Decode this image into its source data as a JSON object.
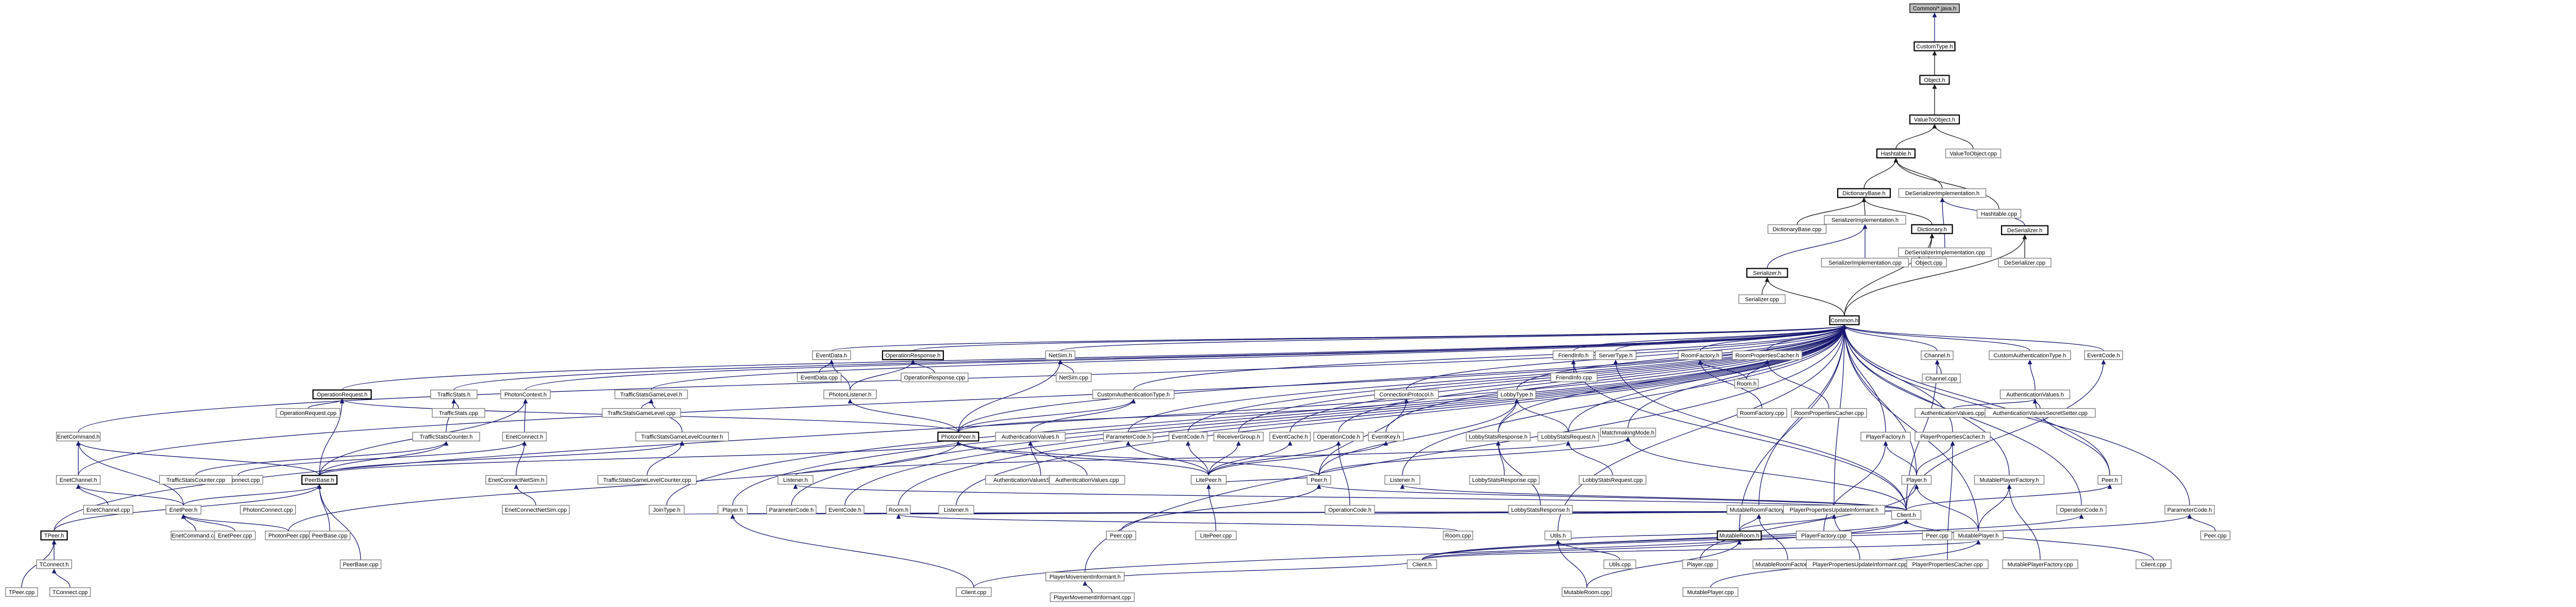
{
  "graph": {
    "nodes": [
      {
        "id": "n0",
        "label": "Common/*.java.h",
        "root": true
      },
      {
        "id": "n1",
        "label": "CustomType.h",
        "bold": true
      },
      {
        "id": "n2",
        "label": "Object.h",
        "bold": true
      },
      {
        "id": "n3",
        "label": "ValueToObject.h",
        "bold": true
      },
      {
        "id": "n4",
        "label": "ValueToObject.cpp"
      },
      {
        "id": "n5",
        "label": "Hashtable.h",
        "bold": true
      },
      {
        "id": "n6",
        "label": "DictionaryBase.h",
        "bold": true
      },
      {
        "id": "n7",
        "label": "DeSerializerImplementation.h"
      },
      {
        "id": "n8",
        "label": "Hashtable.cpp"
      },
      {
        "id": "n9",
        "label": "DictionaryBase.cpp"
      },
      {
        "id": "n10",
        "label": "SerializerImplementation.h"
      },
      {
        "id": "n11",
        "label": "Dictionary.h",
        "bold": true
      },
      {
        "id": "n12",
        "label": "DeSerializerImplementation.cpp"
      },
      {
        "id": "n13",
        "label": "DeSerializer.h",
        "bold": true
      },
      {
        "id": "n14",
        "label": "SerializerImplementation.cpp"
      },
      {
        "id": "n15",
        "label": "Object.cpp"
      },
      {
        "id": "n16",
        "label": "Serializer.h",
        "bold": true
      },
      {
        "id": "n17",
        "label": "DeSerializer.cpp"
      },
      {
        "id": "n18",
        "label": "Serializer.cpp"
      },
      {
        "id": "n19",
        "label": "Common.h",
        "bold": true
      },
      {
        "id": "n20",
        "label": "EventData.h"
      },
      {
        "id": "n21",
        "label": "OperationResponse.h",
        "bold": true
      },
      {
        "id": "n22",
        "label": "NetSim.h"
      },
      {
        "id": "n23",
        "label": "OperationRequest.h",
        "bold": true
      },
      {
        "id": "n24",
        "label": "TrafficStats.h"
      },
      {
        "id": "n25",
        "label": "PhotonContext.h"
      },
      {
        "id": "n26",
        "label": "TrafficStatsGameLevel.h"
      },
      {
        "id": "n27",
        "label": "EventData.cpp"
      },
      {
        "id": "n28",
        "label": "PhotonListener.h"
      },
      {
        "id": "n29",
        "label": "OperationResponse.cpp"
      },
      {
        "id": "n30",
        "label": "NetSim.cpp"
      },
      {
        "id": "n31",
        "label": "CustomAuthenticationType.h"
      },
      {
        "id": "n32",
        "label": "ConnectionProtocol.h"
      },
      {
        "id": "n33",
        "label": "LobbyType.h"
      },
      {
        "id": "n34",
        "label": "FriendInfo.h"
      },
      {
        "id": "n35",
        "label": "ServerType.h"
      },
      {
        "id": "n36",
        "label": "RoomFactory.h"
      },
      {
        "id": "n37",
        "label": "RoomPropertiesCacher.h"
      },
      {
        "id": "n38",
        "label": "Channel.h"
      },
      {
        "id": "n39",
        "label": "CustomAuthenticationType.h"
      },
      {
        "id": "n40",
        "label": "EventCode.h"
      },
      {
        "id": "n41",
        "label": "FriendInfo.cpp"
      },
      {
        "id": "n42",
        "label": "Room.h"
      },
      {
        "id": "n43",
        "label": "Channel.cpp"
      },
      {
        "id": "n44",
        "label": "AuthenticationValues.h"
      },
      {
        "id": "n45",
        "label": "EnetCommand.h"
      },
      {
        "id": "n46",
        "label": "OperationRequest.cpp"
      },
      {
        "id": "n47",
        "label": "TrafficStatsCounter.h"
      },
      {
        "id": "n48",
        "label": "TrafficStats.cpp"
      },
      {
        "id": "n49",
        "label": "EnetConnect.h"
      },
      {
        "id": "n50",
        "label": "TrafficStatsGameLevel.cpp"
      },
      {
        "id": "n51",
        "label": "TrafficStatsGameLevelCounter.h"
      },
      {
        "id": "n52",
        "label": "PhotonPeer.h",
        "bold": true
      },
      {
        "id": "n53",
        "label": "AuthenticationValues.h"
      },
      {
        "id": "n54",
        "label": "ParameterCode.h"
      },
      {
        "id": "n55",
        "label": "EventCode.h"
      },
      {
        "id": "n56",
        "label": "ReceiverGroup.h"
      },
      {
        "id": "n57",
        "label": "EventCache.h"
      },
      {
        "id": "n58",
        "label": "OperationCode.h"
      },
      {
        "id": "n59",
        "label": "EventKey.h"
      },
      {
        "id": "n60",
        "label": "LobbyStatsResponse.h"
      },
      {
        "id": "n61",
        "label": "LobbyStatsRequest.h"
      },
      {
        "id": "n62",
        "label": "MatchmakingMode.h"
      },
      {
        "id": "n63",
        "label": "RoomFactory.cpp"
      },
      {
        "id": "n64",
        "label": "RoomPropertiesCacher.cpp"
      },
      {
        "id": "n65",
        "label": "PlayerFactory.h"
      },
      {
        "id": "n66",
        "label": "PlayerPropertiesCacher.h"
      },
      {
        "id": "n67",
        "label": "AuthenticationValues.cpp"
      },
      {
        "id": "n68",
        "label": "AuthenticationValuesSecretSetter.cpp"
      },
      {
        "id": "n69",
        "label": "EnetChannel.h"
      },
      {
        "id": "n70",
        "label": "EnetConnect.cpp"
      },
      {
        "id": "n71",
        "label": "TrafficStatsCounter.cpp"
      },
      {
        "id": "n72",
        "label": "PeerBase.h",
        "bold": true
      },
      {
        "id": "n73",
        "label": "EnetConnectNetSim.h"
      },
      {
        "id": "n74",
        "label": "TrafficStatsGameLevelCounter.cpp"
      },
      {
        "id": "n75",
        "label": "Listener.h"
      },
      {
        "id": "n76",
        "label": "AuthenticationValuesSecretSetter.cpp"
      },
      {
        "id": "n77",
        "label": "AuthenticationValues.cpp"
      },
      {
        "id": "n78",
        "label": "LitePeer.h"
      },
      {
        "id": "n79",
        "label": "Peer.h"
      },
      {
        "id": "n80",
        "label": "Listener.h"
      },
      {
        "id": "n81",
        "label": "LobbyStatsRequest.cpp"
      },
      {
        "id": "n82",
        "label": "LobbyStatsResponse.cpp"
      },
      {
        "id": "n83",
        "label": "Peer.h"
      },
      {
        "id": "n84",
        "label": "Player.h"
      },
      {
        "id": "n85",
        "label": "MutablePlayerFactory.h"
      },
      {
        "id": "n86",
        "label": "EnetChannel.cpp"
      },
      {
        "id": "n87",
        "label": "EnetPeer.h"
      },
      {
        "id": "n88",
        "label": "PhotonConnect.cpp"
      },
      {
        "id": "n89",
        "label": "EnetConnectNetSim.cpp"
      },
      {
        "id": "n90",
        "label": "JoinType.h"
      },
      {
        "id": "n91",
        "label": "Player.h"
      },
      {
        "id": "n92",
        "label": "ParameterCode.h"
      },
      {
        "id": "n93",
        "label": "EventCode.h"
      },
      {
        "id": "n94",
        "label": "Room.h"
      },
      {
        "id": "n95",
        "label": "Listener.h"
      },
      {
        "id": "n96",
        "label": "OperationCode.h"
      },
      {
        "id": "n97",
        "label": "LitePeer.cpp"
      },
      {
        "id": "n98",
        "label": "Peer.cpp"
      },
      {
        "id": "n99",
        "label": "LobbyStatsResponse.h"
      },
      {
        "id": "n100",
        "label": "MutableRoomFactory.h"
      },
      {
        "id": "n101",
        "label": "PlayerPropertiesUpdateInformant.h"
      },
      {
        "id": "n102",
        "label": "Client.h"
      },
      {
        "id": "n103",
        "label": "Peer.cpp"
      },
      {
        "id": "n104",
        "label": "OperationCode.h"
      },
      {
        "id": "n105",
        "label": "ParameterCode.h"
      },
      {
        "id": "n106",
        "label": "TPeer.h",
        "bold": true
      },
      {
        "id": "n107",
        "label": "EnetCommand.cpp"
      },
      {
        "id": "n108",
        "label": "EnetPeer.cpp"
      },
      {
        "id": "n109",
        "label": "PhotonPeer.cpp"
      },
      {
        "id": "n110",
        "label": "PeerBase.cpp"
      },
      {
        "id": "n111",
        "label": "Room.cpp"
      },
      {
        "id": "n112",
        "label": "Utils.h"
      },
      {
        "id": "n113",
        "label": "MutableRoom.h",
        "bold": true
      },
      {
        "id": "n114",
        "label": "MutableRoomFactory.cpp"
      },
      {
        "id": "n115",
        "label": "PlayerPropertiesUpdateInformant.cpp"
      },
      {
        "id": "n116",
        "label": "PlayerFactory.cpp"
      },
      {
        "id": "n117",
        "label": "PlayerPropertiesCacher.cpp"
      },
      {
        "id": "n118",
        "label": "MutablePlayer.h"
      },
      {
        "id": "n119",
        "label": "MutablePlayerFactory.cpp"
      },
      {
        "id": "n120",
        "label": "Client.cpp"
      },
      {
        "id": "n121",
        "label": "Peer.cpp"
      },
      {
        "id": "n122",
        "label": "PlayerMovementInformant.h"
      },
      {
        "id": "n123",
        "label": "Client.h"
      },
      {
        "id": "n124",
        "label": "TConnect.h"
      },
      {
        "id": "n125",
        "label": "PeerBase.cpp"
      },
      {
        "id": "n126",
        "label": "Utils.cpp"
      },
      {
        "id": "n127",
        "label": "Player.cpp"
      },
      {
        "id": "n128",
        "label": "MutableRoom.cpp"
      },
      {
        "id": "n129",
        "label": "MutablePlayer.cpp"
      },
      {
        "id": "n130",
        "label": "Client.cpp"
      },
      {
        "id": "n131",
        "label": "PlayerMovementInformant.cpp"
      },
      {
        "id": "n132",
        "label": "TPeer.cpp"
      },
      {
        "id": "n133",
        "label": "TConnect.cpp"
      }
    ]
  }
}
